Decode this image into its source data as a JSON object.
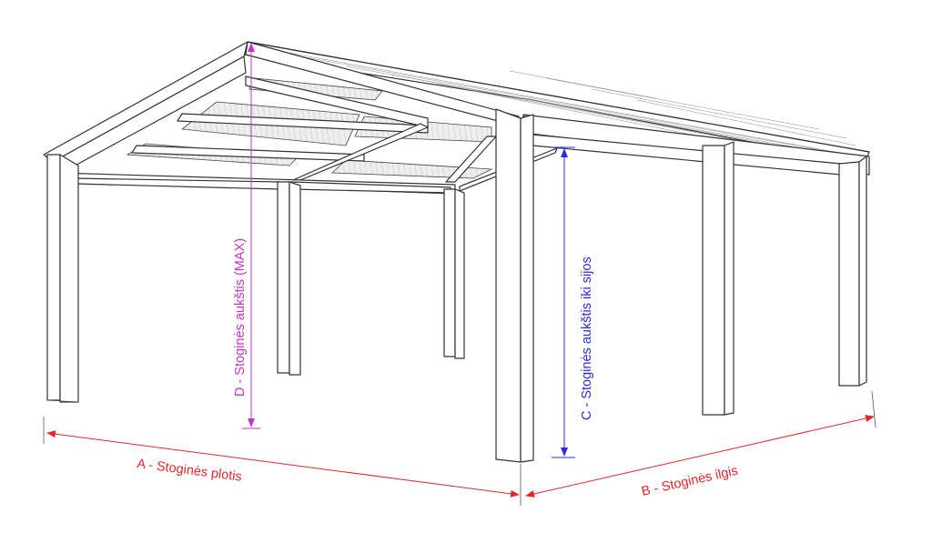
{
  "dimensions": {
    "a": {
      "label": "A - Stoginės plotis",
      "color": "#e8262a"
    },
    "b": {
      "label": "B - Stoginės ilgis",
      "color": "#e8262a"
    },
    "c": {
      "label": "C - Stoginės aukštis iki sijos",
      "color": "#2a2ae8"
    },
    "d": {
      "label": "D - Stoginės aukštis (MAX)",
      "color": "#c832c8"
    }
  },
  "colors": {
    "outline": "#333333",
    "roof_shade": "#e6e6e6",
    "background": "#ffffff"
  }
}
